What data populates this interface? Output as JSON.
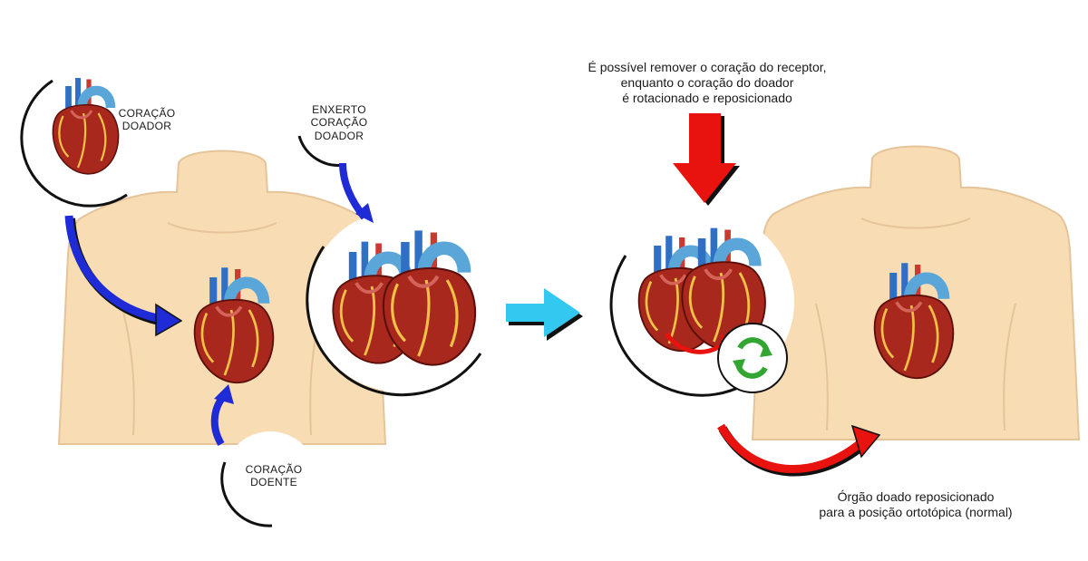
{
  "labels": {
    "donor_heart": [
      "CORAÇÃO",
      "DOADOR"
    ],
    "graft": [
      "ENXERTO",
      "CORAÇÃO",
      "DOADOR"
    ],
    "diseased_heart": [
      "CORAÇÃO",
      "DOENTE"
    ],
    "top_note": [
      "É possível remover o coração do receptor,",
      "enquanto o coração do doador",
      "é rotacionado e reposicionado"
    ],
    "bottom_note": [
      "Órgão doado reposicionado",
      "para a posição ortotópica (normal)"
    ]
  },
  "colors": {
    "skin": "#f7dcb4",
    "skin_outline": "#e6c49a",
    "heart": "#a8281d",
    "artery_blue": "#2f6fc4",
    "aorta": "#5aa6d8",
    "blue_arrow": "#1e2bd6",
    "red_arrow": "#e8120f",
    "cyan_arrow": "#33c8f0",
    "recycle_green": "#33a532"
  },
  "icons": [
    "curved-arrow-icon",
    "right-arrow-icon",
    "down-arrow-icon",
    "recycle-icon"
  ]
}
